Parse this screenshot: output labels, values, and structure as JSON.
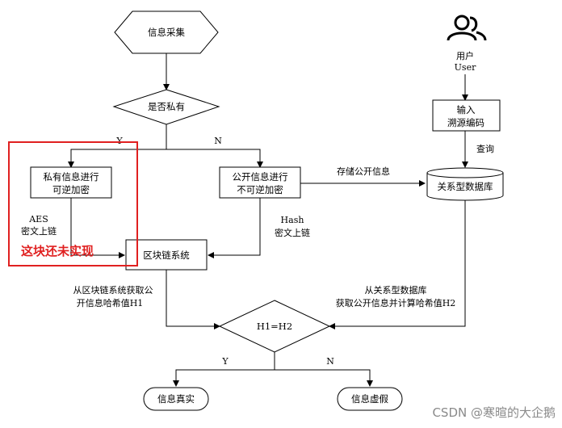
{
  "nodes": {
    "start": "信息采集",
    "decision_private": "是否私有",
    "private_encrypt": [
      "私有信息进行",
      "可逆加密"
    ],
    "public_encrypt": [
      "公开信息进行",
      "不可逆加密"
    ],
    "blockchain": "区块链系统",
    "user": [
      "用户",
      "User"
    ],
    "input_code": [
      "输入",
      "溯源编码"
    ],
    "database": "关系型数据库",
    "compare": "H1=H2",
    "result_true": "信息真实",
    "result_false": "信息虚假"
  },
  "edge_labels": {
    "yes_private": "Y",
    "no_private": "N",
    "aes": [
      "AES",
      "密文上链"
    ],
    "hash": [
      "Hash",
      "密文上链"
    ],
    "store_public": "存储公开信息",
    "query": "查询",
    "from_blockchain": [
      "从区块链系统获取公",
      "开信息哈希值H1"
    ],
    "from_database": [
      "从关系型数据库",
      "获取公开信息并计算哈希值H2"
    ],
    "yes_result": "Y",
    "no_result": "N"
  },
  "annotation": "这块还未实现",
  "watermark": "CSDN @寒暄的大企鹅",
  "colors": {
    "annotation": "#e02020",
    "line": "#000000",
    "watermark": "#8a8a8a"
  }
}
